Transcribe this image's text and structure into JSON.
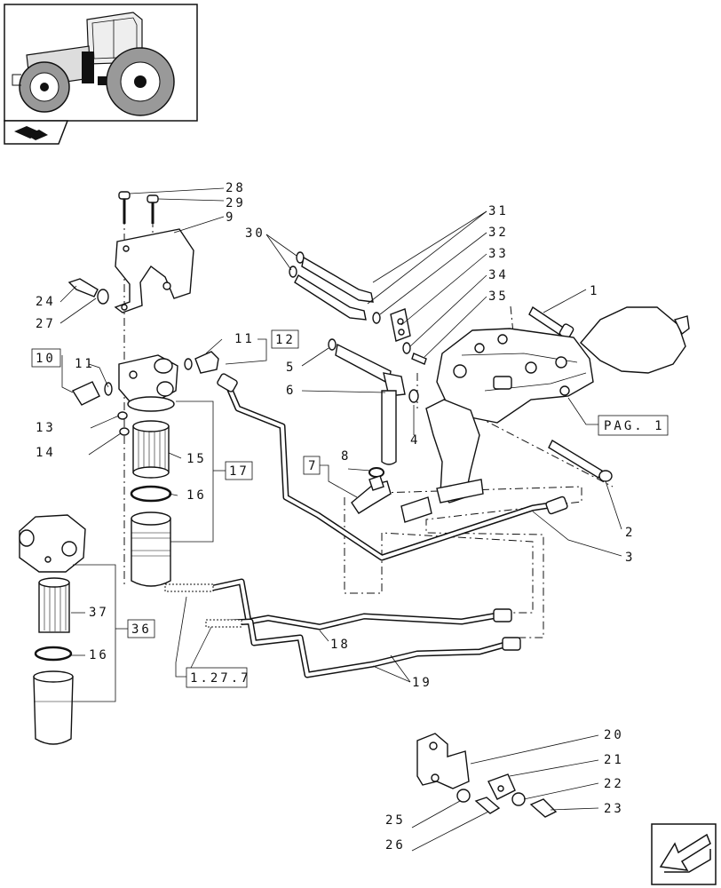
{
  "callouts": {
    "n1": "1",
    "n2": "2",
    "n3": "3",
    "n4": "4",
    "n5": "5",
    "n6": "6",
    "n8": "8",
    "n9": "9",
    "n11a": "11",
    "n11b": "11",
    "n13": "13",
    "n14": "14",
    "n15": "15",
    "n16a": "16",
    "n16b": "16",
    "n18": "18",
    "n19": "19",
    "n20": "20",
    "n21": "21",
    "n22": "22",
    "n23": "23",
    "n24": "24",
    "n25": "25",
    "n26": "26",
    "n27": "27",
    "n28": "28",
    "n29": "29",
    "n30": "30",
    "n31": "31",
    "n32": "32",
    "n33": "33",
    "n34": "34",
    "n35": "35",
    "n37": "37"
  },
  "boxed_refs": {
    "b7": "7",
    "b10": "10",
    "b12": "12",
    "b17": "17",
    "b36": "36",
    "pag": "PAG. 1",
    "ref127": "1.27.7"
  },
  "icons": {
    "thumbnail": "tractor-thumbnail-icon",
    "book": "catalog-book-icon",
    "nav": "previous-page-arrow-icon"
  }
}
